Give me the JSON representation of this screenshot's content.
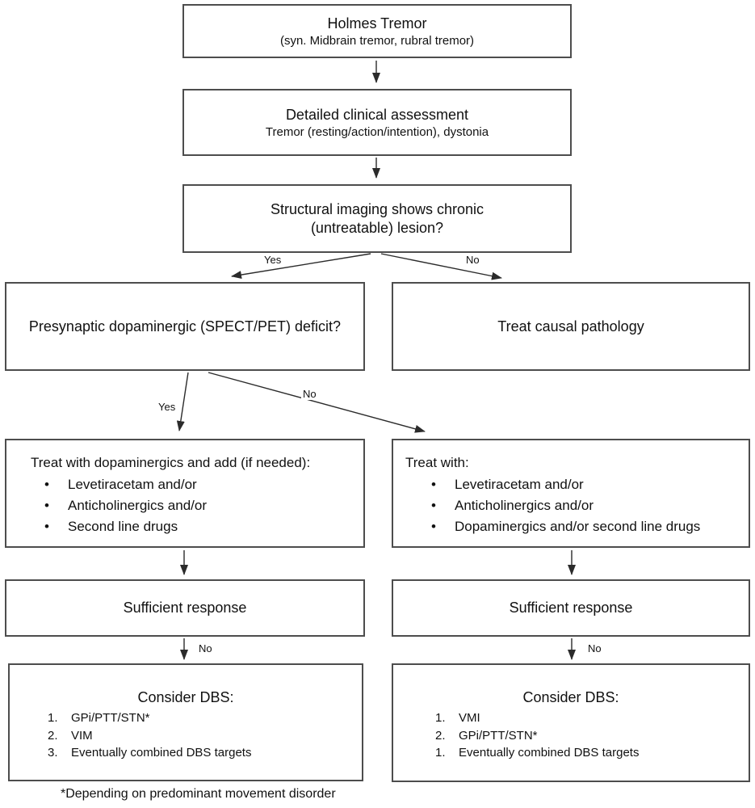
{
  "diagram": {
    "nodes": {
      "holmes": {
        "title": "Holmes Tremor",
        "subtitle": "(syn. Midbrain tremor, rubral tremor)"
      },
      "assessment": {
        "title": "Detailed clinical assessment",
        "subtitle": "Tremor (resting/action/intention), dystonia"
      },
      "imaging": {
        "line1": "Structural imaging shows chronic",
        "line2": "(untreatable) lesion?"
      },
      "spect_deficit": {
        "title": "Presynaptic dopaminergic (SPECT/PET) deficit?"
      },
      "treat_causal": {
        "title": "Treat causal pathology"
      },
      "treat_dopaminergics": {
        "title": "Treat with dopaminergics and add (if needed):",
        "items": [
          {
            "marker": "•",
            "text": "Levetiracetam and/or"
          },
          {
            "marker": "•",
            "text": "Anticholinergics and/or"
          },
          {
            "marker": "•",
            "text": "Second line drugs"
          }
        ]
      },
      "treat_with": {
        "title": "Treat with:",
        "items": [
          {
            "marker": "•",
            "text": "Levetiracetam and/or"
          },
          {
            "marker": "•",
            "text": "Anticholinergics and/or"
          },
          {
            "marker": "•",
            "text": "Dopaminergics and/or second line drugs"
          }
        ]
      },
      "sufficient_left": {
        "title": "Sufficient response"
      },
      "sufficient_right": {
        "title": "Sufficient response"
      },
      "dbs_left": {
        "title": "Consider DBS:",
        "items": [
          {
            "marker": "1.",
            "text": "GPi/PTT/STN*"
          },
          {
            "marker": "2.",
            "text": "VIM"
          },
          {
            "marker": "3.",
            "text": "Eventually combined DBS targets"
          }
        ]
      },
      "dbs_right": {
        "title": "Consider DBS:",
        "items": [
          {
            "marker": "1.",
            "text": "VMI"
          },
          {
            "marker": "2.",
            "text": "GPi/PTT/STN*"
          },
          {
            "marker": "1.",
            "text": "Eventually combined DBS targets"
          }
        ]
      }
    },
    "edge_labels": {
      "imaging_yes": "Yes",
      "imaging_no": "No",
      "spect_yes": "Yes",
      "spect_no": "No",
      "response_left_no": "No",
      "response_right_no": "No"
    },
    "footnote": "*Depending on predominant movement disorder",
    "colors": {
      "border": "#4d4d4d",
      "text": "#111111",
      "arrow": "#2b2b2b",
      "background": "#ffffff"
    }
  }
}
